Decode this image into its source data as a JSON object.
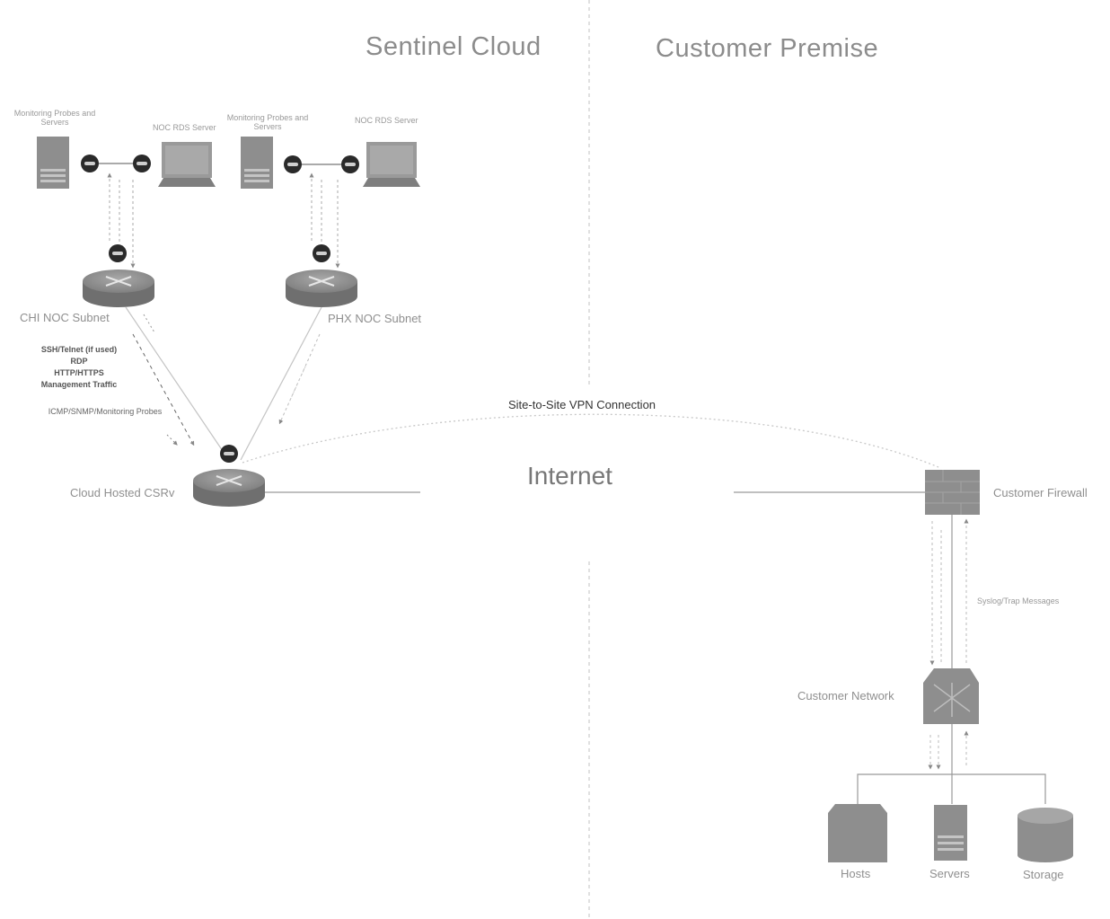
{
  "sections": {
    "left_title": "Sentinel Cloud",
    "right_title": "Customer Premise"
  },
  "cloud": {
    "chi": {
      "probes_label": "Monitoring Probes and Servers",
      "rds_label": "NOC RDS Server",
      "subnet_label": "CHI NOC Subnet"
    },
    "phx": {
      "probes_label": "Monitoring Probes and Servers",
      "rds_label": "NOC RDS Server",
      "subnet_label": "PHX NOC Subnet"
    },
    "traffic_labels": [
      "SSH/Telnet (if used)",
      "RDP",
      "HTTP/HTTPS",
      "Management Traffic"
    ],
    "probe_label": "ICMP/SNMP/Monitoring Probes",
    "csr_label": "Cloud Hosted CSRv"
  },
  "internet_label": "Internet",
  "vpn_label": "Site-to-Site VPN Connection",
  "premise": {
    "firewall_label": "Customer Firewall",
    "syslog_label": "Syslog/Trap Messages",
    "network_label": "Customer Network",
    "endpoints": [
      "Hosts",
      "Servers",
      "Storage"
    ]
  },
  "colors": {
    "device": "#8e8e8e",
    "device_dark": "#6f6f6f",
    "link": "#bdbdbd",
    "dashed": "#9a9a9a"
  },
  "icons": [
    "server-icon",
    "monitor-icon",
    "router-icon",
    "encryption-icon",
    "firewall-icon",
    "switch-icon",
    "host-icon",
    "storage-icon"
  ]
}
